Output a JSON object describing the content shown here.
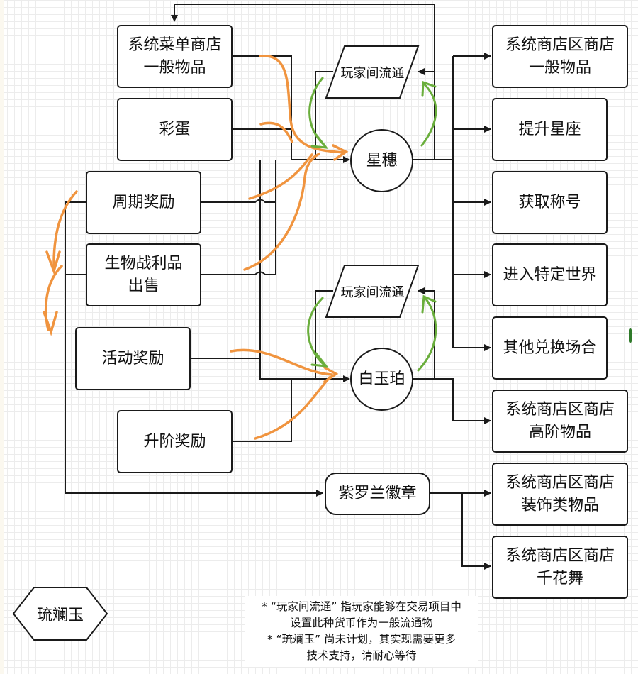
{
  "diagram": {
    "sources": {
      "menu_shop": "系统菜单商店\n一般物品",
      "easter_egg": "彩蛋",
      "periodic_reward": "周期奖励",
      "loot_sale": "生物战利品\n出售",
      "event_reward": "活动奖励",
      "rank_reward": "升阶奖励"
    },
    "currencies": {
      "xingsui": "星穗",
      "baiyupo": "白玉珀",
      "violet_badge": "紫罗兰徽章",
      "liulanyu": "琉斓玉"
    },
    "trade": {
      "top": "玩家间流通",
      "bottom": "玩家间流通"
    },
    "targets": {
      "shop_general": "系统商店区商店\n一般物品",
      "raise_constellation": "提升星座",
      "get_title": "获取称号",
      "enter_world": "进入特定世界",
      "other_exchange": "其他兑换场合",
      "shop_advanced": "系统商店区商店\n高阶物品",
      "shop_decor": "系统商店区商店\n装饰类物品",
      "shop_qianhuawu": "系统商店区商店\n千花舞"
    },
    "notes": [
      "* “玩家间流通” 指玩家能够在交易项目中",
      "设置此种货币作为一般流通物",
      "* “琉斓玉” 尚未计划，其实现需要更多",
      "技术支持，请耐心等待"
    ],
    "colors": {
      "line": "#1a1a1a",
      "annotation_orange": "#f0943f",
      "annotation_green": "#6aae3c",
      "grid": "#ececec"
    }
  }
}
